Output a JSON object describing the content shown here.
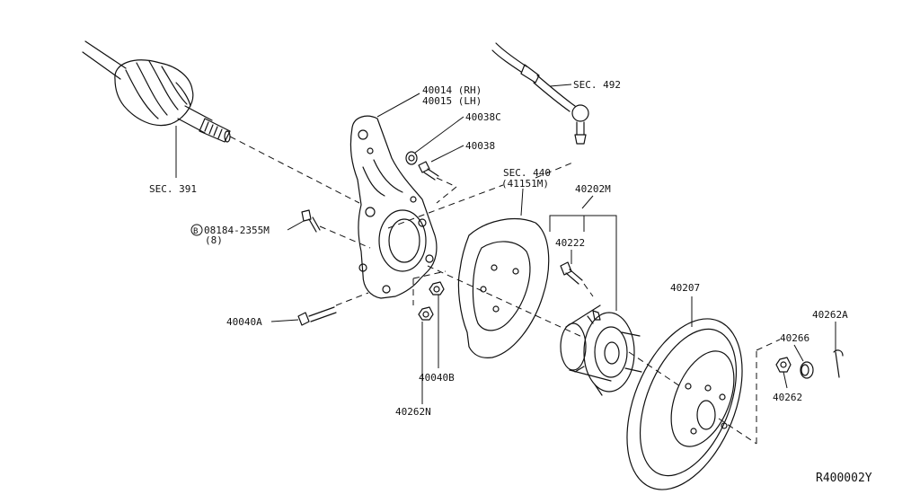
{
  "diagram": {
    "callouts": {
      "sec391": "SEC. 391",
      "p40014": "40014 (RH)",
      "p40015": "40015 (LH)",
      "p40038c": "40038C",
      "p40038": "40038",
      "sec492": "SEC. 492",
      "sec440": "SEC. 440",
      "sec440_sub": "(41151M)",
      "p40202m": "40202M",
      "p40222": "40222",
      "bolt_part": "08184-2355M",
      "bolt_prefix": "B",
      "bolt_qty": "(8)",
      "p40040a": "40040A",
      "p40040b": "40040B",
      "p40262n": "40262N",
      "p40207": "40207",
      "p40262a": "40262A",
      "p40266": "40266",
      "p40262": "40262"
    },
    "ref_code": "R400002Y"
  }
}
